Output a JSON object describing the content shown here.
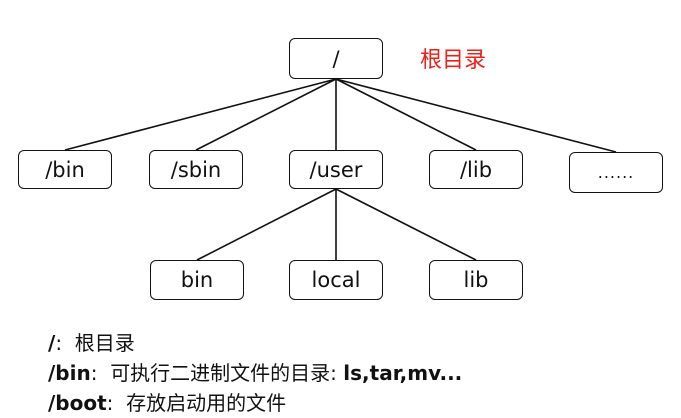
{
  "tree": {
    "root": {
      "label": "/",
      "annotation": "根目录"
    },
    "level1": [
      "/bin",
      "/sbin",
      "/user",
      "/lib",
      "......"
    ],
    "user_children": [
      "bin",
      "local",
      "lib"
    ]
  },
  "legend": [
    {
      "key": "/",
      "sep": ":",
      "desc": "根目录",
      "extra": ""
    },
    {
      "key": "/bin",
      "sep": ":",
      "desc": "可执行二进制文件的目录:",
      "extra": "ls,tar,mv..."
    },
    {
      "key": "/boot",
      "sep": ":",
      "desc": "存放启动用的文件",
      "extra": ""
    }
  ]
}
